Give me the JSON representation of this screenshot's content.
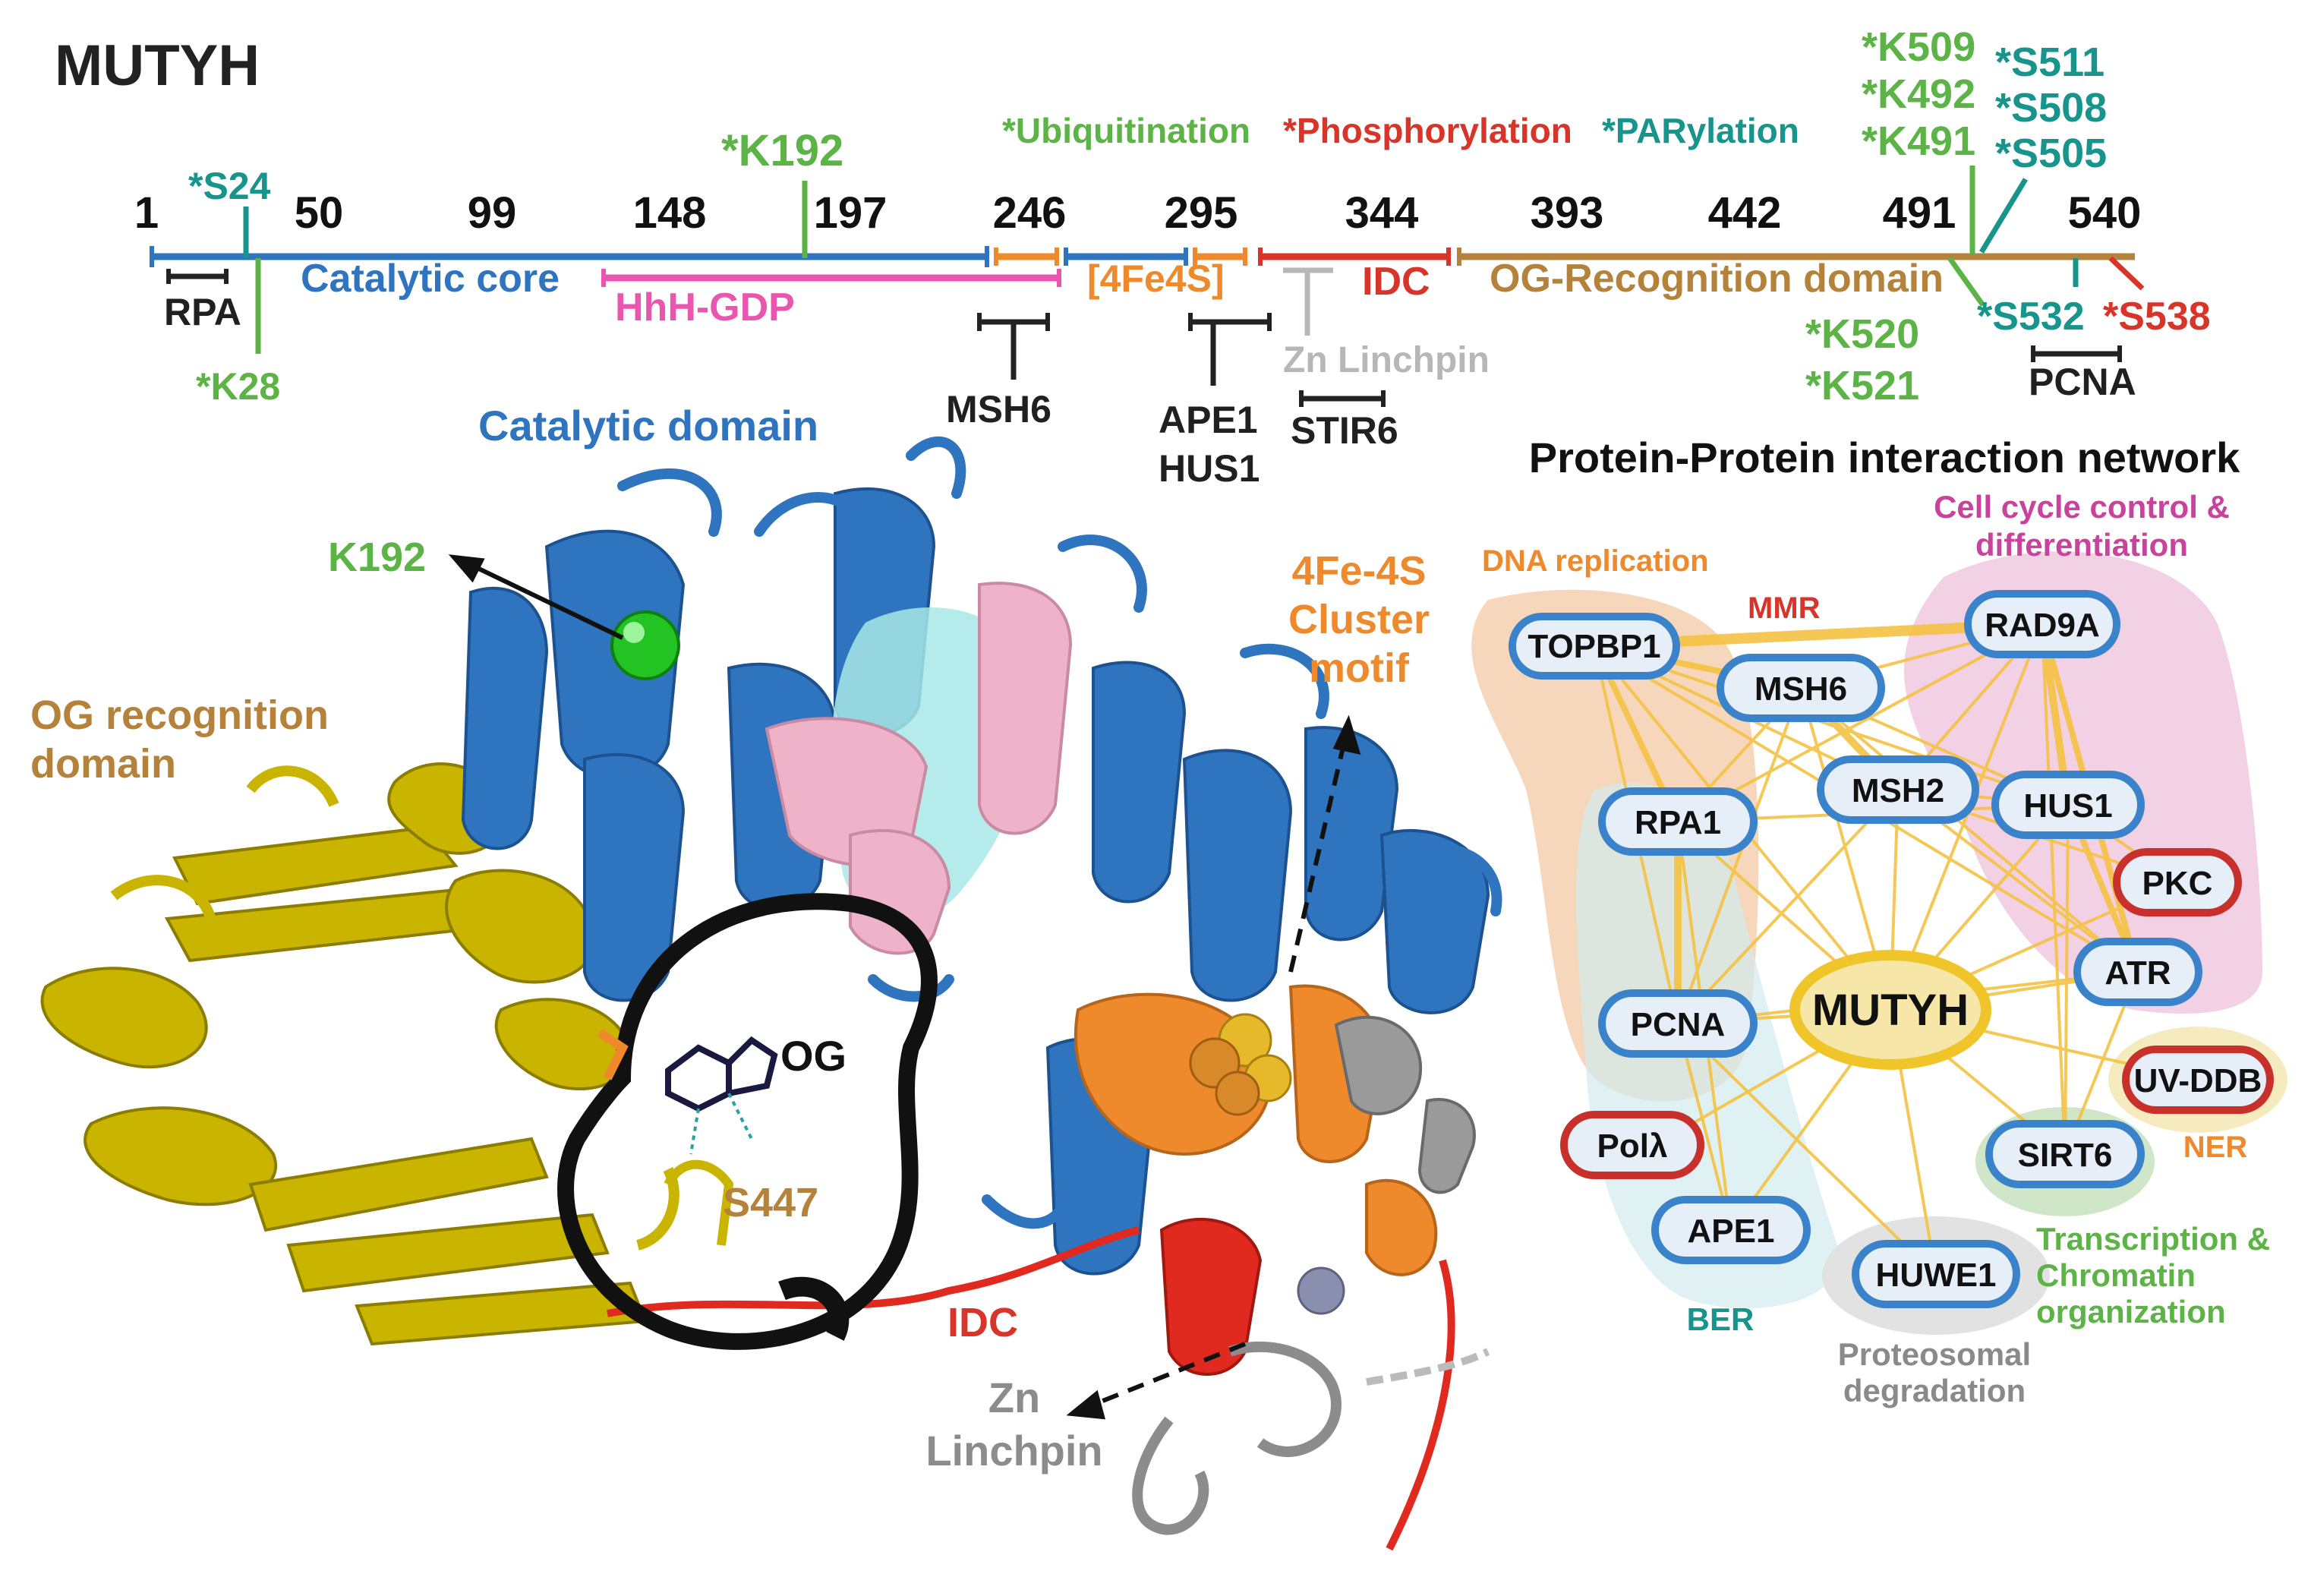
{
  "title": "MUTYH",
  "colors": {
    "ptm_ub": "#5db446",
    "ptm_ph": "#d8352a",
    "ptm_par": "#17948c",
    "catalytic": "#2e74bf",
    "hhh": "#ea55b0",
    "fe4s": "#ee8a2c",
    "idc": "#d8352a",
    "zn": "#b7b7b7",
    "og": "#b4823a",
    "interactor": "#202020",
    "yellow_domain": "#c9b400",
    "dna": "#111111",
    "green_ball": "#22c322",
    "node_blue": "#3a82c9",
    "node_red": "#c8302c",
    "node_fill": "#e6eef8",
    "hub_border": "#f0c52a",
    "hub_fill": "#f6e7a8",
    "edge": "#f5c242"
  },
  "legend": {
    "ub": "*Ubiquitination",
    "ph": "*Phosphorylation",
    "par": "*PARylation"
  },
  "axis": {
    "ticks": [
      "1",
      "50",
      "99",
      "148",
      "197",
      "246",
      "295",
      "344",
      "393",
      "442",
      "491",
      "540"
    ]
  },
  "domains": {
    "catalytic_core": "Catalytic core",
    "hhh_gdp": "HhH-GDP",
    "fe4s": "[4Fe4S]",
    "idc": "IDC",
    "og_recognition": "OG-Recognition domain",
    "zn_linchpin": "Zn Linchpin"
  },
  "ptm_sites": {
    "s24": "*S24",
    "k28": "*K28",
    "k192": "*K192",
    "k509": "*K509",
    "k492": "*K492",
    "k491": "*K491",
    "s511": "*S511",
    "s508": "*S508",
    "s505": "*S505",
    "k520": "*K520",
    "k521": "*K521",
    "s532": "*S532",
    "s538": "*S538"
  },
  "interactors": {
    "rpa": "RPA",
    "msh6": "MSH6",
    "ape1": "APE1",
    "hus1": "HUS1",
    "stir6": "STIR6",
    "pcna": "PCNA"
  },
  "structure_labels": {
    "catalytic_domain": "Catalytic domain",
    "k192": "K192",
    "og_recognition_line1": "OG recognition",
    "og_recognition_line2": "domain",
    "fe4s_line1": "4Fe-4S",
    "fe4s_line2": "Cluster",
    "fe4s_line3": "motif",
    "og": "OG",
    "s447": "S447",
    "idc": "IDC",
    "zn_line1": "Zn",
    "zn_line2": "Linchpin"
  },
  "network": {
    "title": "Protein-Protein interaction network",
    "hub": "MUTYH",
    "groups": {
      "dna_replication": "DNA replication",
      "mmr": "MMR",
      "cell_cycle_line1": "Cell cycle control &",
      "cell_cycle_line2": "differentiation",
      "ner": "NER",
      "transcription_line1": "Transcription &",
      "transcription_line2": "Chromatin",
      "transcription_line3": "organization",
      "ber": "BER",
      "proteosomal_line1": "Proteosomal",
      "proteosomal_line2": "degradation"
    },
    "nodes": {
      "topbp1": "TOPBP1",
      "msh6": "MSH6",
      "rad9a": "RAD9A",
      "msh2": "MSH2",
      "rpa1": "RPA1",
      "hus1": "HUS1",
      "pkc": "PKC",
      "atr": "ATR",
      "pcna": "PCNA",
      "uvddb": "UV-DDB",
      "pol": "Polλ",
      "sirt6": "SIRT6",
      "ape1": "APE1",
      "huwe1": "HUWE1"
    }
  }
}
